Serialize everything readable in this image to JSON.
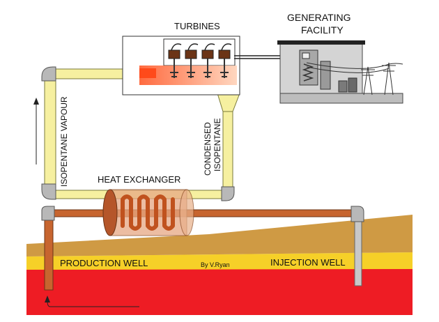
{
  "labels": {
    "turbines": "TURBINES",
    "generating_line1": "GENERATING",
    "generating_line2": "FACILITY",
    "isopentane_vapour": "ISOPENTANE VAPOUR",
    "condensed_line1": "CONDENSED",
    "condensed_line2": "ISOPENTANE",
    "heat_exchanger": "HEAT EXCHANGER",
    "production_well": "PRODUCTION WELL",
    "injection_well": "INJECTION WELL",
    "credit": "By V.Ryan"
  },
  "colors": {
    "vapour_pipe": "#f6f0a0",
    "hot_pipe": "#c7652f",
    "hot_rock": "#ee1c24",
    "sand_layer": "#f6d028",
    "soil": "#cf9a44",
    "cold_well": "#c8c8c8",
    "building": "#d4d4d4"
  }
}
